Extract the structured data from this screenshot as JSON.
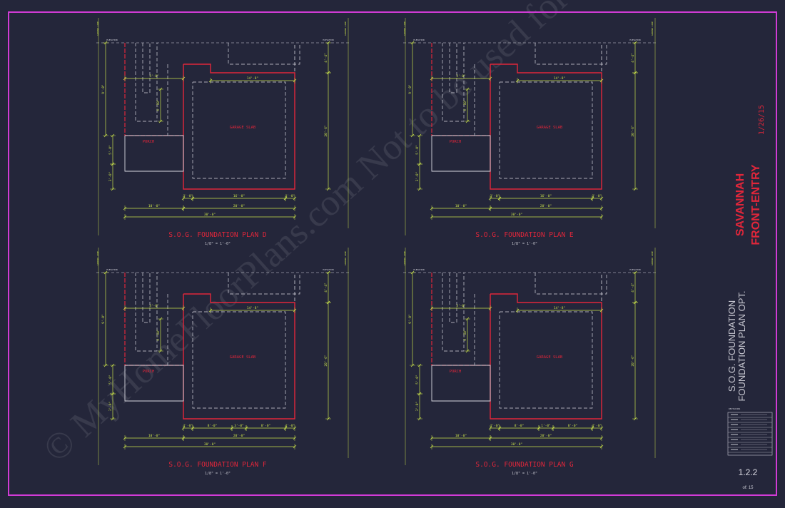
{
  "project": {
    "name": "SAVANNAH",
    "subtitle": "FRONT-ENTRY",
    "date": "1/26/15"
  },
  "sheet": {
    "title_line1": "S.O.G. FOUNDATION",
    "title_line2": "FOUNDATION PLAN OPT.",
    "number": "1.2.2",
    "total": "of: 15"
  },
  "watermark": "© MyHomeFloorPlans.com Not to be used for Construction or Estimations",
  "labels": {
    "garage_slab": "GARAGE SLAB",
    "porch": "PORCH",
    "ground_elev": "GROUND LINE",
    "grade_elev": "ELEVATION",
    "scale": "1/8\" = 1'-0\""
  },
  "plans": [
    {
      "title": "S.O.G. FOUNDATION PLAN D",
      "scale": "1/8\" = 1'-0\"",
      "dims": {
        "overall": "30'-0\"",
        "left": "10'-0\"",
        "right": "20'-0\"",
        "inner": "16'-0\"",
        "corner_l": "1'-0\"",
        "corner_r": "1'-0\"",
        "height": "20'-6\"",
        "top": "4'-4\"",
        "side": "9'-0\"",
        "porch_h": "5'-0\"",
        "porch_b": "3'-0\"",
        "top_w": "14'-8\"",
        "step": "6'-10\"",
        "small": "3'-0\""
      }
    },
    {
      "title": "S.O.G. FOUNDATION PLAN E",
      "scale": "1/8\" = 1'-0\"",
      "dims": {
        "overall": "30'-0\"",
        "left": "10'-0\"",
        "right": "20'-0\"",
        "inner": "16'-0\"",
        "corner_l": "1'-0\"",
        "corner_r": "1'-0\"",
        "height": "20'-6\"",
        "top": "4'-4\"",
        "side": "9'-0\"",
        "porch_h": "5'-0\"",
        "porch_b": "3'-0\"",
        "top_w": "14'-8\"",
        "step": "6'-10\"",
        "small": "3'-0\""
      }
    },
    {
      "title": "S.O.G. FOUNDATION PLAN F",
      "scale": "1/8\" = 1'-0\"",
      "dims": {
        "overall": "30'-0\"",
        "left": "10'-0\"",
        "right": "20'-0\"",
        "inner": "8'-0\"",
        "inner2": "3'-0\"",
        "inner3": "8'-0\"",
        "corner_l": "1'-0\"",
        "corner_r": "1'-0\"",
        "height": "20'-6\"",
        "top": "4'-4\"",
        "side": "9'-0\"",
        "porch_h": "5'-0\"",
        "porch_b": "3'-0\"",
        "top_w": "14'-8\"",
        "step": "6'-10\"",
        "small": "3'-0\""
      }
    },
    {
      "title": "S.O.G. FOUNDATION PLAN G",
      "scale": "1/8\" = 1'-0\"",
      "dims": {
        "overall": "30'-0\"",
        "left": "10'-0\"",
        "right": "20'-0\"",
        "inner": "8'-0\"",
        "inner2": "1'-0\"",
        "inner3": "8'-0\"",
        "corner_l": "1'-0\"",
        "corner_r": "1'-0\"",
        "height": "20'-6\"",
        "top": "4'-4\"",
        "side": "9'-0\"",
        "porch_h": "5'-0\"",
        "porch_b": "3'-0\"",
        "top_w": "14'-8\"",
        "step": "6'-10\"",
        "small": "3'-0\""
      }
    }
  ],
  "revisions": {
    "header": "REVISIONS",
    "rows": [
      "",
      "",
      "",
      "",
      "",
      "",
      "",
      ""
    ]
  },
  "colors": {
    "background": "#24263a",
    "border": "#d13bd6",
    "dimension": "#c8e04a",
    "slab": "#e0263a",
    "outline": "#d8d8e0",
    "text": "#c9c9d2"
  }
}
